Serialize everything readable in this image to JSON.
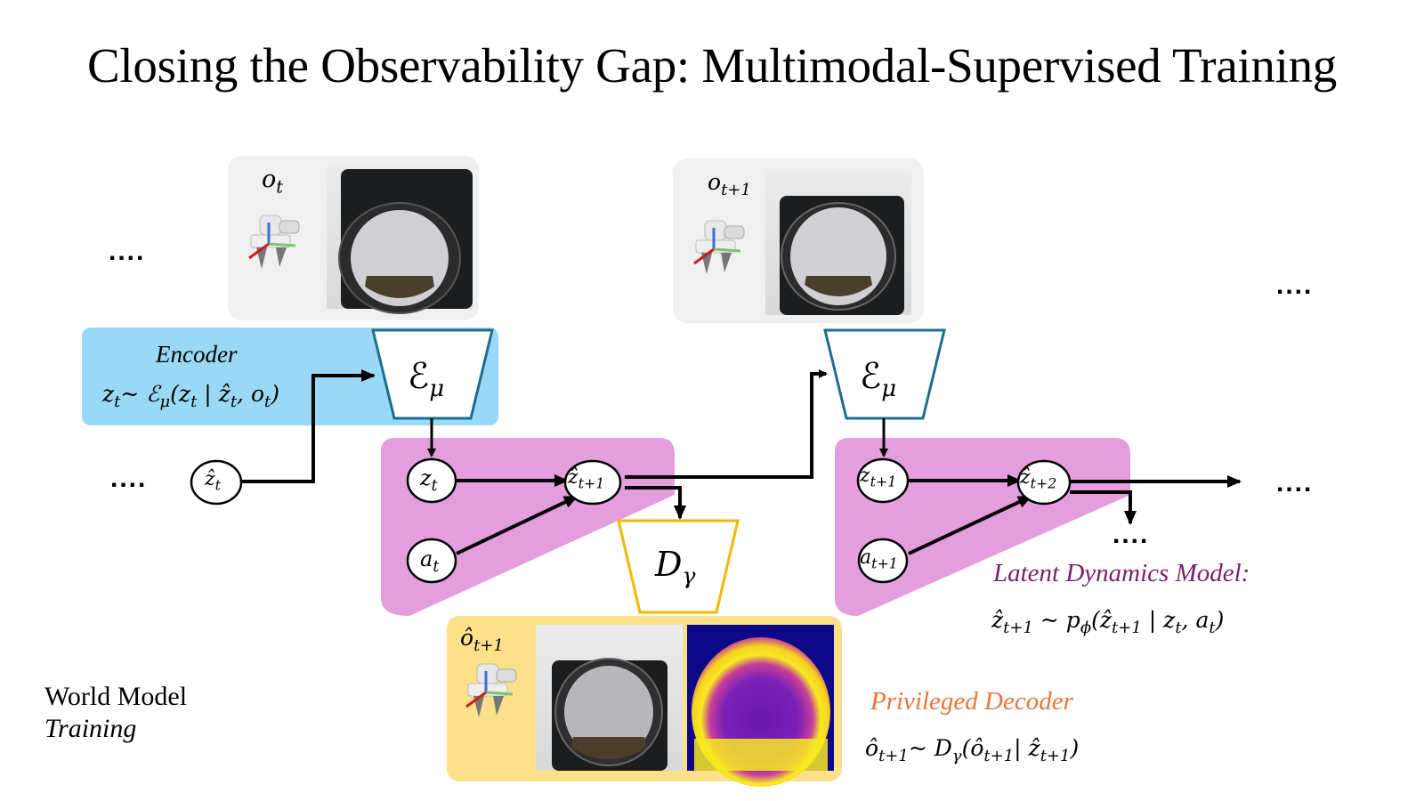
{
  "title": "Closing the Observability Gap: Multimodal-Supervised Training",
  "ellipsis": "....",
  "encoder": {
    "label": "Encoder",
    "formula": "z_t ~ E_μ(z_t | ẑ_t, o_t)",
    "block_symbol": "ℰ",
    "block_sub": "μ",
    "color": "#9ad9f5",
    "stroke": "#1f6e8c"
  },
  "decoder": {
    "label": "Privileged Decoder",
    "formula": "ô_{t+1} ~ D_γ(ô_{t+1} | ẑ_{t+1})",
    "block_symbol": "D",
    "block_sub": "γ",
    "stroke": "#f5b800",
    "panel_color": "#fde08a",
    "label_color": "#e8753a"
  },
  "dynamics": {
    "label": "Latent Dynamics Model:",
    "formula": "ẑ_{t+1} ~ p_ϕ(ẑ_{t+1} | z_t, a_t)",
    "panel_color": "#e49ddd",
    "label_color": "#7a1f6e"
  },
  "observations": [
    {
      "id": "o_t",
      "label": "o",
      "sub": "t",
      "hat": false
    },
    {
      "id": "o_t+1",
      "label": "o",
      "sub": "t+1",
      "hat": false
    },
    {
      "id": "o_hat_t+1",
      "label": "ô",
      "sub": "t+1",
      "hat": true
    }
  ],
  "nodes": {
    "z_hat_t": {
      "main": "ẑ",
      "sub": "t"
    },
    "z_t": {
      "main": "z",
      "sub": "t"
    },
    "a_t": {
      "main": "a",
      "sub": "t"
    },
    "z_hat_t1": {
      "main": "ẑ",
      "sub": "t+1"
    },
    "z_t1": {
      "main": "z",
      "sub": "t+1"
    },
    "a_t1": {
      "main": "a",
      "sub": "t+1"
    },
    "z_hat_t2": {
      "main": "ẑ",
      "sub": "t+2"
    }
  },
  "footer": {
    "line1": "World Model",
    "line2": "Training"
  }
}
